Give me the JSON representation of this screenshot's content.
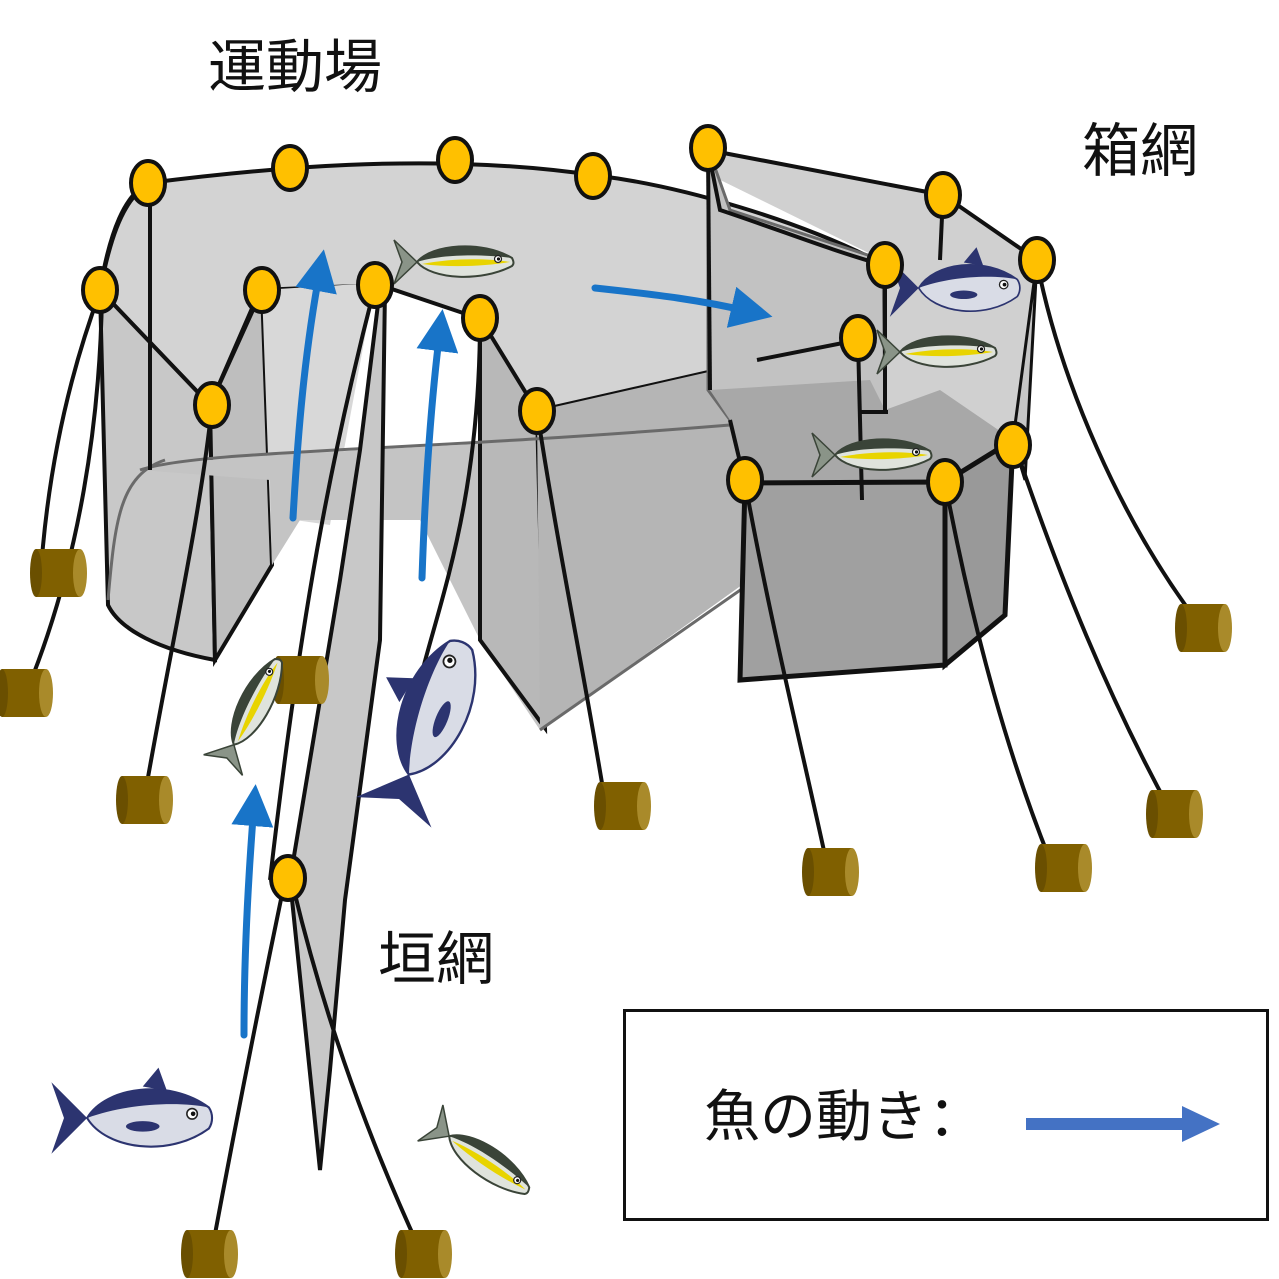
{
  "labels": {
    "exercise_area": "運動場",
    "box_net": "箱網",
    "fence_net": "垣網"
  },
  "legend": {
    "text": "魚の動き：",
    "arrow_color": "#4472c4"
  },
  "colors": {
    "float": "#ffc000",
    "anchor": "#806000",
    "net_light": "#d0d0d0",
    "net_mid": "#bdbdbd",
    "net_dark": "#a6a6a6",
    "flow_arrow": "#1874c8",
    "tuna_back": "#2c3470",
    "yellowtail_back": "#3a4438",
    "yellowtail_stripe": "#e8d400"
  }
}
